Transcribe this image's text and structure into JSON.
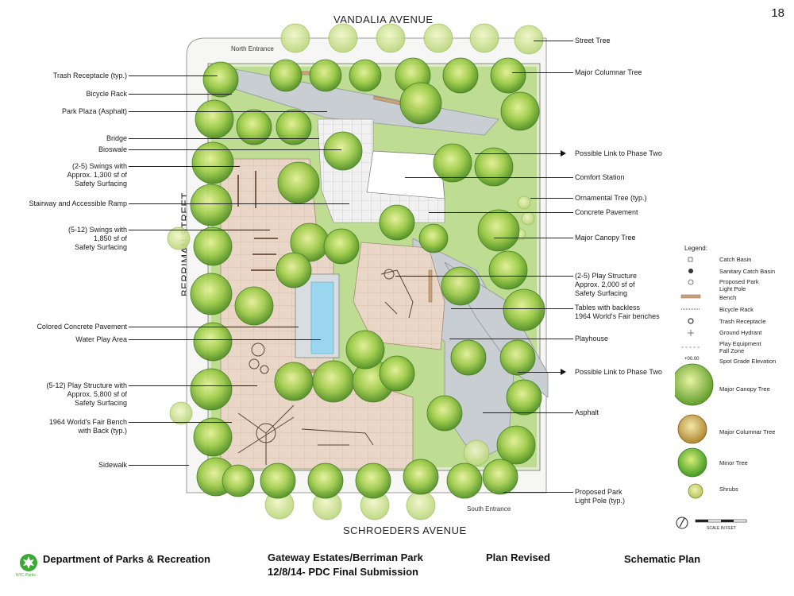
{
  "page_number": "18",
  "streets": {
    "north": "VANDALIA AVENUE",
    "south": "SCHROEDERS AVENUE",
    "west": "BERRIMAN STREET"
  },
  "plan_labels": {
    "north_entrance": "North Entrance",
    "south_entrance": "South Entrance"
  },
  "callouts_left": [
    "Trash Receptacle (typ.)",
    "Bicycle Rack",
    "Park Plaza (Asphalt)",
    "Bridge",
    "Bioswale",
    "(2-5) Swings with\nApprox. 1,300 sf of\nSafety Surfacing",
    "Stairway and Accessible Ramp",
    "(5-12) Swings with\n1,850 sf of\nSafety Surfacing",
    "Colored Concrete Pavement",
    "Water Play Area",
    "(5-12) Play Structure with\nApprox. 5,800 sf of\nSafety Surfacing",
    "1964 World's Fair Bench\nwith Back (typ.)",
    "Sidewalk"
  ],
  "callouts_right": [
    "Street Tree",
    "Major Columnar Tree",
    "Possible Link to Phase Two",
    "Comfort Station",
    "Ornamental Tree (typ.)",
    "Concrete Pavement",
    "Major Canopy Tree",
    "(2-5) Play Structure\nApprox. 2,000 sf of\nSafety Surfacing",
    "Tables with backless\n1964 World's Fair benches",
    "Playhouse",
    "Possible Link to Phase Two",
    "Asphalt",
    "Proposed Park\nLight Pole (typ.)"
  ],
  "legend": {
    "title": "Legend:",
    "items": [
      "Catch Basin",
      "Sanitary Catch Basin",
      "Proposed Park\nLight Pole",
      "Bench",
      "Bicycle Rack",
      "Trash Receptacle",
      "Ground Hydrant",
      "Play Equipment\nFall Zone",
      "Spot Grade Elevation",
      "Major Canopy Tree",
      "Major Columnar Tree",
      "Minor Tree",
      "Shrubs"
    ],
    "spot_grade_sample": "+00.00",
    "scale_text": "SCALE IN FEET"
  },
  "footer": {
    "logo_text": "NYC Parks",
    "department": "Department of Parks & Recreation",
    "project_line1": "Gateway Estates/Berriman Park",
    "project_line2": "12/8/14- PDC Final Submission",
    "status": "Plan Revised",
    "plan_type": "Schematic Plan"
  },
  "colors": {
    "tree_light": "#c9e27a",
    "tree_dark": "#5f9d2a",
    "safety_surface": "#e7d3c4",
    "path": "#c3c8cc",
    "lawn": "#a9d37a",
    "water": "#8fd3ec",
    "logo_green": "#3aa935"
  }
}
